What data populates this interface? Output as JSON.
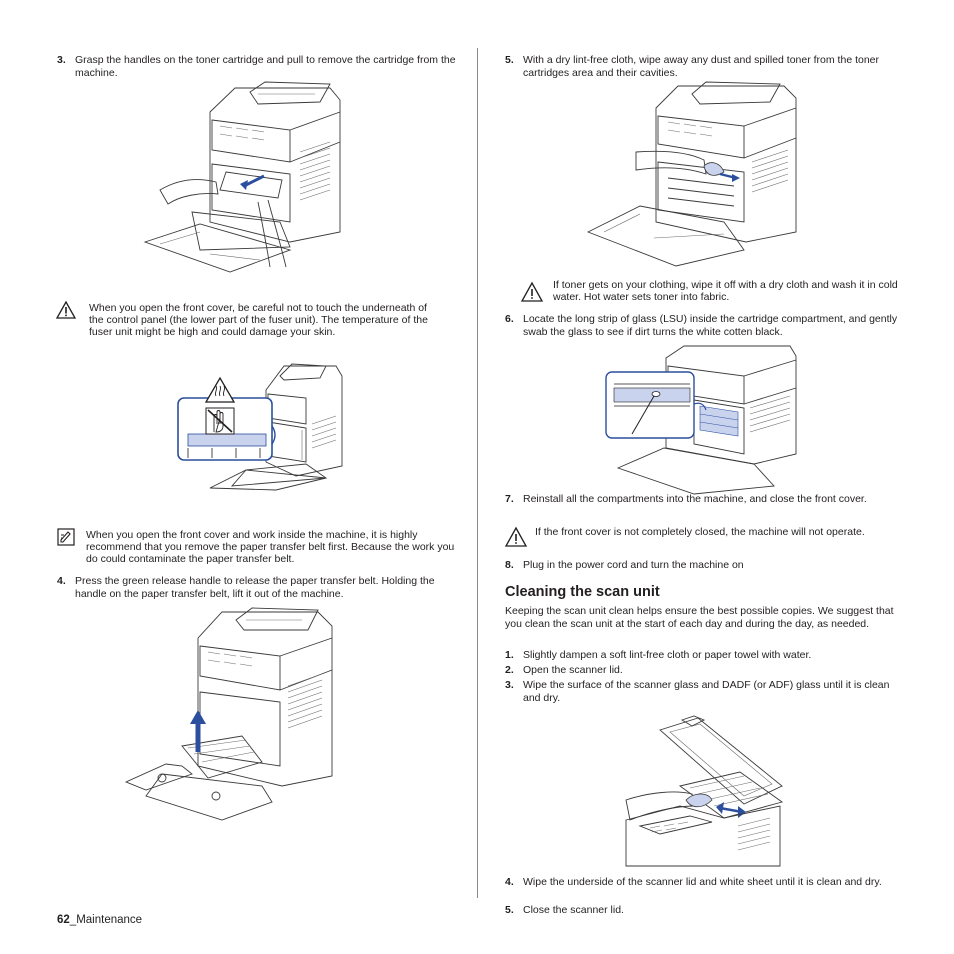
{
  "left_column": {
    "step3": {
      "num": "3.",
      "text": "Grasp the handles on the toner cartridge and pull to remove the cartridge from the machine."
    },
    "caution1": "When you open the front cover, be careful not to touch the underneath of the control panel (the lower part of the fuser unit). The temperature of the fuser unit might be high and could damage your skin.",
    "note1": "When you open the front cover and work inside the machine, it is highly recommend that you remove the paper transfer belt first. Because the work you do could contaminate the paper transfer belt.",
    "step4": {
      "num": "4.",
      "text": "Press the green release handle to release the paper transfer belt. Holding the handle on the paper transfer belt, lift it out of the machine."
    }
  },
  "right_column": {
    "step5": {
      "num": "5.",
      "text": "With a dry lint-free cloth, wipe away any dust and spilled toner from the toner cartridges area and their cavities."
    },
    "caution2": "If toner gets on your clothing, wipe it off with a dry cloth and wash it in cold water. Hot water sets toner into fabric.",
    "step6": {
      "num": "6.",
      "text": "Locate the long strip of glass (LSU) inside the cartridge compartment, and gently swab the glass to see if dirt turns the white cotten black."
    },
    "step7": {
      "num": "7.",
      "text": "Reinstall all the compartments into the machine, and close the front cover."
    },
    "caution3": "If the front cover is not completely closed, the machine will not operate.",
    "step8": {
      "num": "8.",
      "text": "Plug in the power cord and turn the machine on"
    },
    "section_heading": "Cleaning the scan unit",
    "intro": "Keeping the scan unit clean helps ensure the best possible copies. We suggest that you clean the scan unit at the start of each day and during the day, as needed.",
    "scan_steps": [
      {
        "num": "1.",
        "text": "Slightly dampen a soft lint-free cloth or paper towel with water."
      },
      {
        "num": "2.",
        "text": "Open the scanner lid."
      },
      {
        "num": "3.",
        "text": "Wipe the surface of the scanner glass and DADF (or ADF) glass until it is clean and dry."
      },
      {
        "num": "4.",
        "text": "Wipe the underside of the scanner lid and white sheet until it is clean and dry."
      },
      {
        "num": "5.",
        "text": "Close the scanner lid."
      }
    ]
  },
  "footer": {
    "page_number": "62",
    "section": "_Maintenance"
  },
  "colors": {
    "text": "#231f20",
    "accent_blue": "#2b4f9e",
    "highlight_blue": "#c9d3ee",
    "rule": "#8a8a8a"
  }
}
